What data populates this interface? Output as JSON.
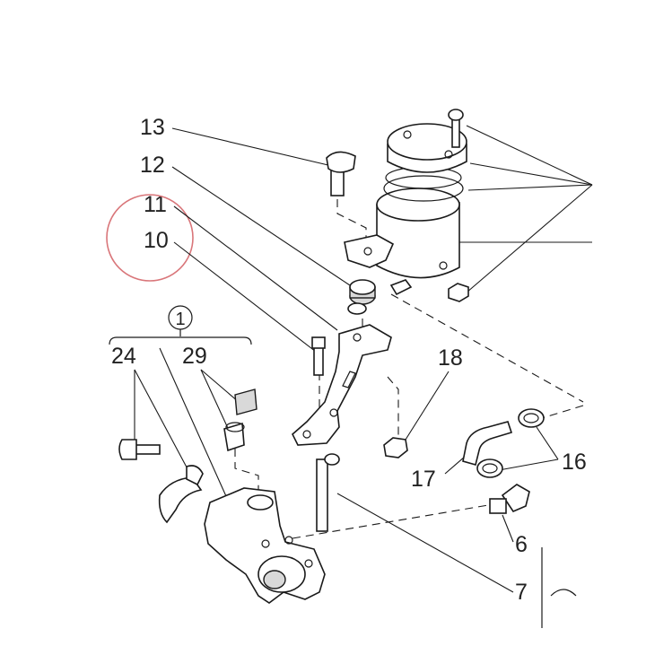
{
  "callouts": {
    "n1": "1",
    "n6": "6",
    "n7": "7",
    "n10": "10",
    "n11": "11",
    "n12": "12",
    "n13": "13",
    "n16": "16",
    "n17": "17",
    "n18": "18",
    "n24": "24",
    "n29": "29"
  },
  "highlight_color": "#d9767a"
}
